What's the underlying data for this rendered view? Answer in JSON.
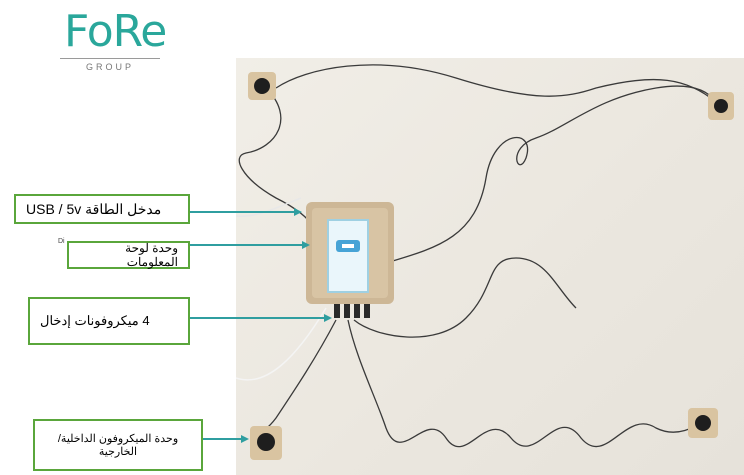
{
  "logo": {
    "wordmark": "FoRe",
    "subtitle": "GROUP"
  },
  "stray_text": "Di",
  "callouts": {
    "power": "مدخل الطاقة  USB  /  5v",
    "display": "وحدة لوحة المعلومات",
    "microphones": "4  ميكروفونات إدخال",
    "mic_unit": "وحدة الميكروفون الداخلية/ الخارجية"
  },
  "colors": {
    "callout_border": "#5aa63b",
    "pointer": "#2f9ea0",
    "brand": "#2aa79b"
  }
}
